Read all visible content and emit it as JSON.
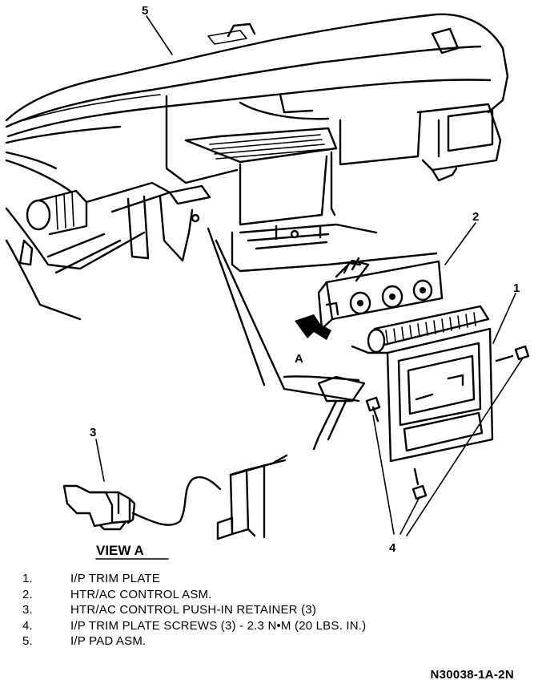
{
  "callouts": {
    "c1": "1",
    "c2": "2",
    "c3": "3",
    "c4": "4",
    "c5": "5",
    "viewA_arrow": "A"
  },
  "view_label": "VIEW A",
  "legend": [
    {
      "num": "1.",
      "text": "I/P TRIM PLATE"
    },
    {
      "num": "2.",
      "text": "HTR/AC CONTROL ASM."
    },
    {
      "num": "3.",
      "text": "HTR/AC CONTROL PUSH-IN RETAINER (3)"
    },
    {
      "num": "4.",
      "text": "I/P TRIM PLATE SCREWS (3) - 2.3 N•M (20 LBS. IN.)"
    },
    {
      "num": "5.",
      "text": "I/P PAD ASM."
    }
  ],
  "figure_code": "N30038-1A-2N"
}
